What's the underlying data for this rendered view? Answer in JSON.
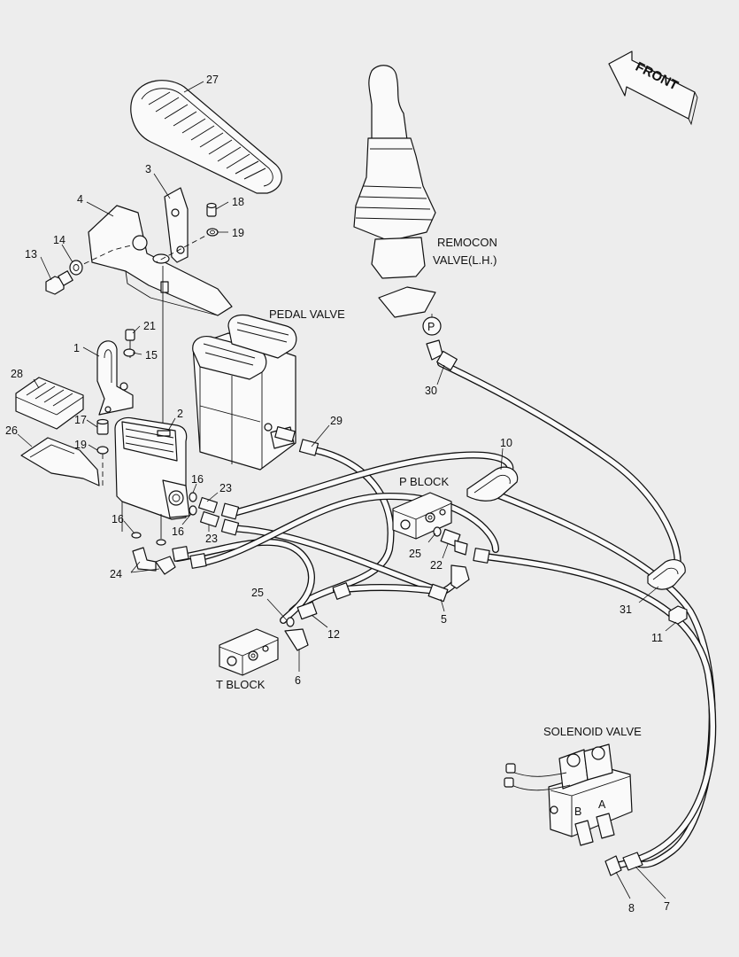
{
  "labels": {
    "front": "FRONT",
    "remocon_line1": "REMOCON",
    "remocon_line2": "VALVE(L.H.)",
    "pedal_valve": "PEDAL VALVE",
    "p_block": "P BLOCK",
    "t_block": "T BLOCK",
    "solenoid_valve": "SOLENOID VALVE",
    "port_p": "P",
    "port_a": "A",
    "port_b": "B"
  },
  "callouts": [
    "27",
    "3",
    "4",
    "18",
    "19",
    "14",
    "13",
    "21",
    "15",
    "1",
    "28",
    "17",
    "2",
    "19",
    "26",
    "16",
    "23",
    "16",
    "23",
    "16",
    "24",
    "29",
    "30",
    "10",
    "25",
    "22",
    "5",
    "25",
    "12",
    "6",
    "31",
    "11",
    "8",
    "7"
  ]
}
